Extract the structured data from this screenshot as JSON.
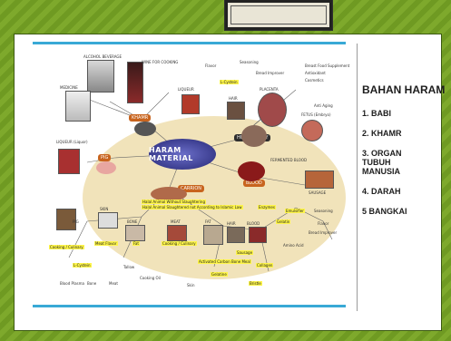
{
  "slide": {
    "heading": "BAHAN HARAM",
    "items": [
      "1. BABI",
      "2. KHAMR",
      "3. ORGAN TUBUH MANUSIA",
      "4. DARAH",
      "5  BANGKAI"
    ]
  },
  "diagram": {
    "center": "HARAM MATERIAL",
    "categories": {
      "khamr": "KHAMR",
      "human_body": "HUMAN BODY",
      "pig": "PIG",
      "carrion": "CARRION",
      "blood": "BLOOD"
    },
    "labels": {
      "alcohol": "ALCOHOL\nBEVERAGE",
      "wine": "WINE\nFOR COOKING",
      "liqueur": "LIQUEUR",
      "medicine": "MEDICINE",
      "liqueur2": "LIQUEUR\n(Liquor)",
      "placenta": "PLACENTA",
      "fetus": "FETUS\n(Embryo)",
      "hair": "HAIR",
      "fermented": "FERMENTED BLOOD",
      "sausage": "SAUSAGE",
      "l_cystein": "L-Cystein",
      "flavor": "Flavor",
      "seasoning": "Seasoning",
      "bread": "Bread Improver",
      "breast": "Breast Food Supplement",
      "antioxidant": "Antioxidant",
      "cosmetics": "Cosmetics",
      "anti_aging": "Anti Aging",
      "animal1": "Halal Animal Without Slaughtering",
      "animal2": "Halal Animal Slaughtered not According to Islamic Law",
      "gelatin": "Gelatin",
      "collagen": "Collagen",
      "emulsifier": "Emulsifier",
      "enzymes": "Enzymes",
      "bone": "Bone",
      "meat": "Meat",
      "skin": "Skin",
      "fat": "Fat",
      "cooking": "Cooking / Culinary",
      "blood_plasma": "Blood Plasma",
      "bone_meal": "Bone Meal",
      "activated": "Activated Carbon",
      "gelatine2": "Gelatine",
      "cooking2": "Cooking / Culinary",
      "cooking_oil": "Cooking Oil",
      "tallow": "Tallow",
      "l_cystein2": "L-Cystein",
      "meat_flavor": "Meat Flavor",
      "sausage2": "Sausage",
      "flavor2": "Flavor",
      "seasoning2": "Seasoning",
      "bread2": "Bread Improver",
      "amino": "Amino Acid",
      "bristle": "Bristle",
      "pig_label": "PIG",
      "bone2": "BONE",
      "meat2": "MEAT",
      "fat2": "FAT",
      "skin2": "SKIN",
      "hair2": "HAIR",
      "blood2": "BLOOD"
    }
  }
}
